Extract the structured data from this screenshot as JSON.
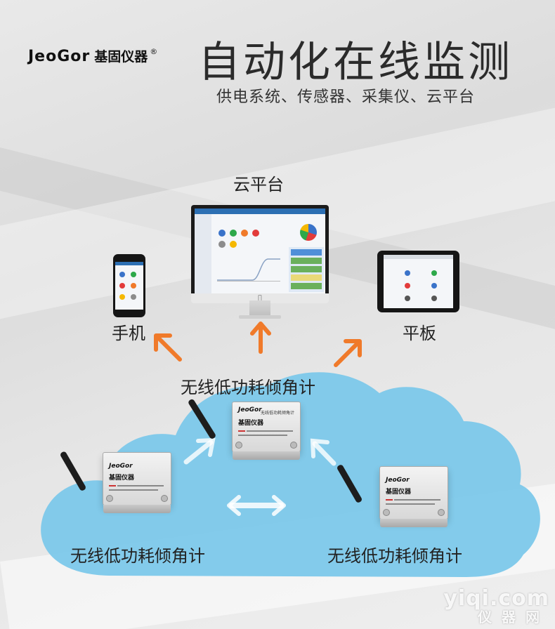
{
  "brand": {
    "name_en": "JeoGor",
    "name_cn": "基固仪器",
    "reg_mark": "®"
  },
  "title": "自动化在线监测",
  "subtitle": "供电系统、传感器、采集仪、云平台",
  "labels": {
    "cloud_platform": "云平台",
    "phone": "手机",
    "tablet": "平板",
    "device_1": "无线低功耗倾角计",
    "device_2": "无线低功耗倾角计",
    "device_3": "无线低功耗倾角计"
  },
  "device_panel": {
    "brand": "JeoGor",
    "brand_cn": "基固仪器",
    "product": "无线低功耗倾角计"
  },
  "watermark": {
    "en": "yiqi.com",
    "cn": "仪器网"
  },
  "colors": {
    "arrow_orange": "#f07a2a",
    "cloud_blue": "#7cc8ea",
    "title_text": "#2b2b2b",
    "screen_header": "#2c6fb3"
  }
}
